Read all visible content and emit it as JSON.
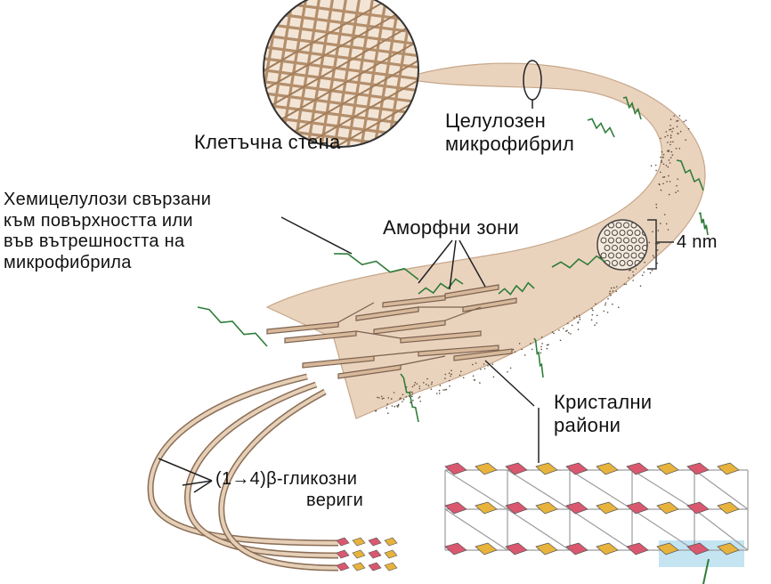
{
  "labels": {
    "cell_wall": "Клетъчна стена",
    "microfibril_line1": "Целулозен",
    "microfibril_line2": "микрофибрил",
    "hemicellulose_line1": "Хемицелулози свързани",
    "hemicellulose_line2": "към повърхността или",
    "hemicellulose_line3": "във вътрешността на",
    "hemicellulose_line4": "микрофибрила",
    "amorphous": "Аморфни зони",
    "size": "4 nm",
    "crystalline_line1": "Кристални",
    "crystalline_line2": "райони",
    "glycosidic_line1": "(1→4)β-гликозни",
    "glycosidic_line2": "вериги"
  },
  "colors": {
    "fibril": "#e9d2bb",
    "fibril_edge": "#c9a98c",
    "hemicellulose": "#2f7d3a",
    "sugar_pink": "#d9586f",
    "sugar_yellow": "#e7b33c",
    "lattice": "#9a9a9a",
    "highlight": "#bfe3f2"
  }
}
